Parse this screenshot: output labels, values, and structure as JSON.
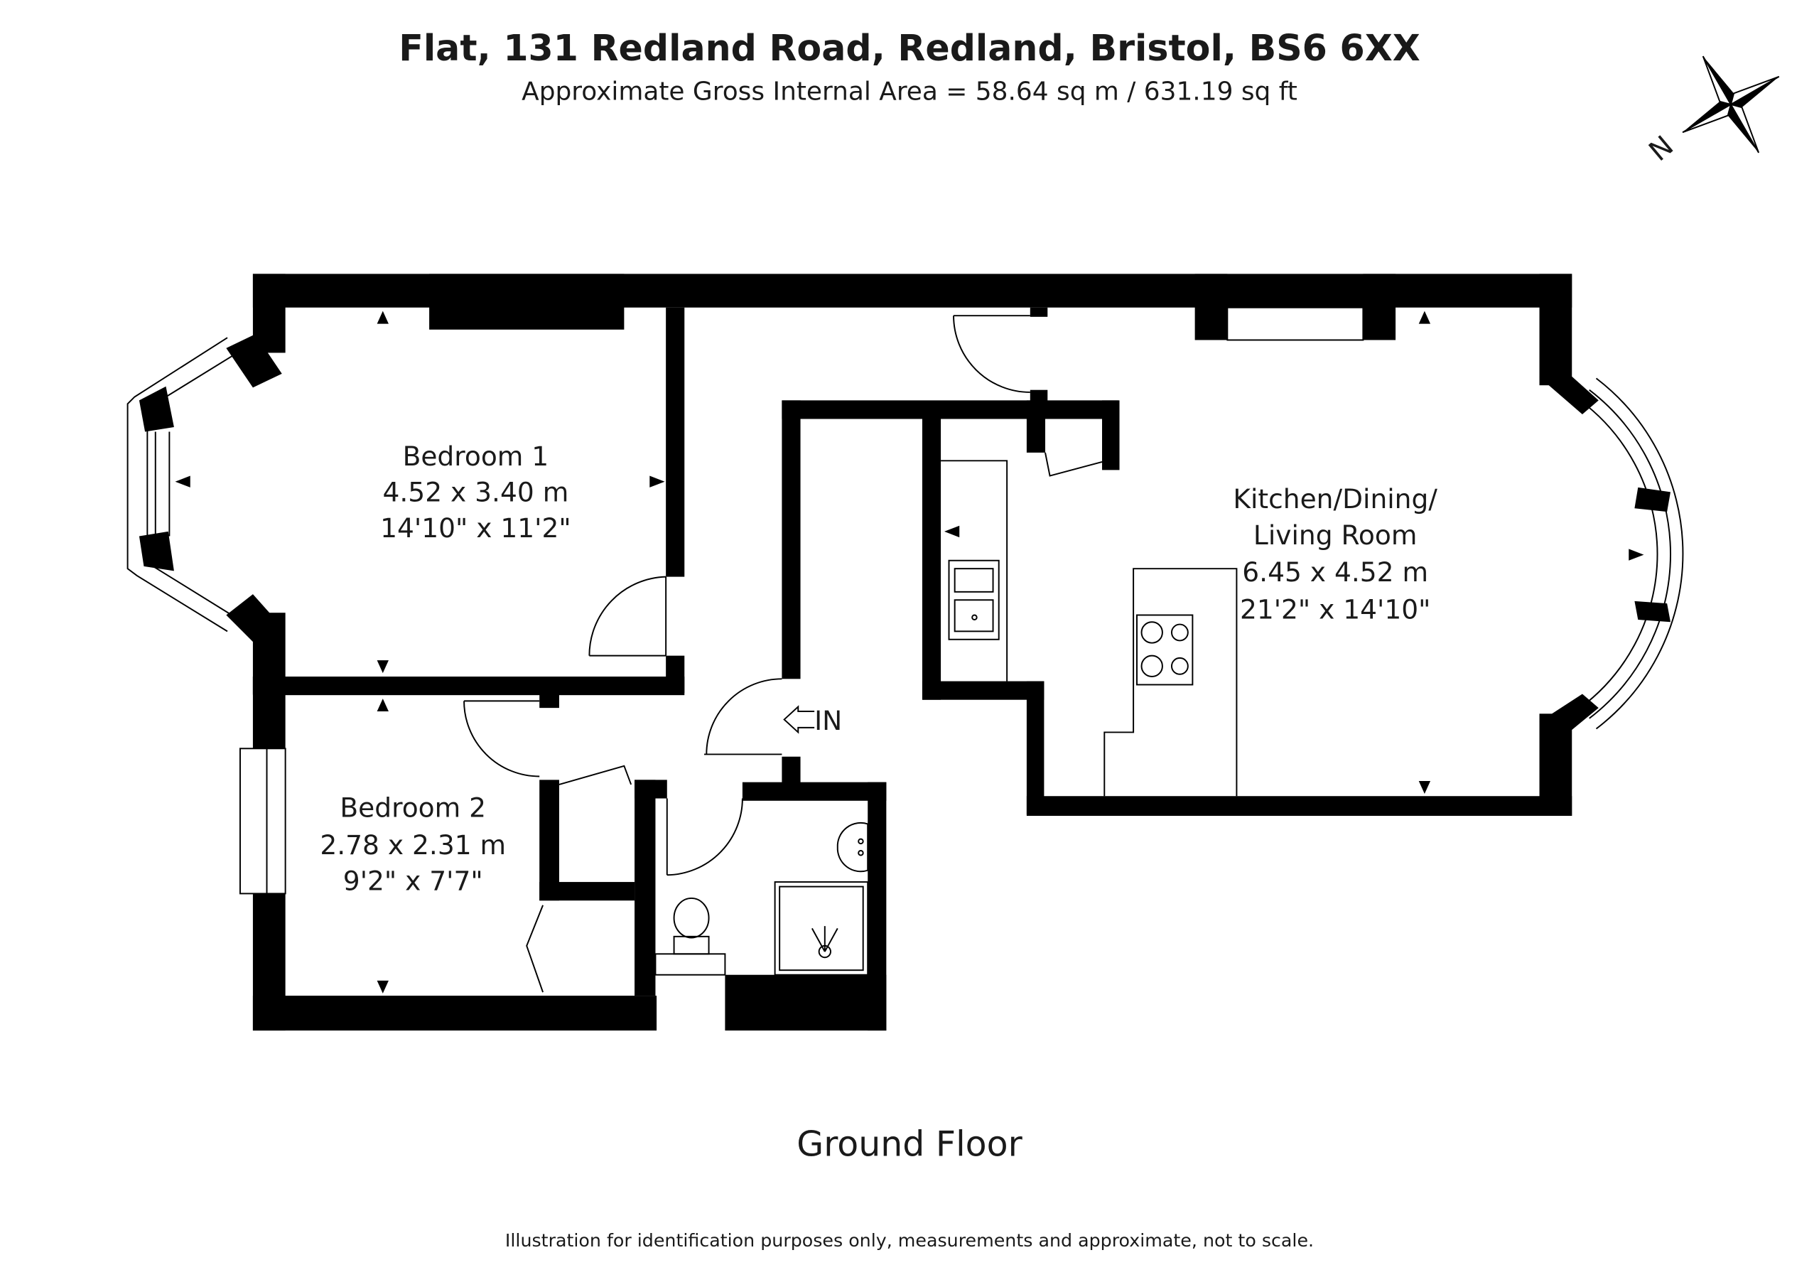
{
  "header": {
    "title": "Flat, 131 Redland Road, Redland, Bristol, BS6 6XX",
    "area": "Approximate Gross Internal Area = 58.64 sq m / 631.19 sq ft"
  },
  "compass": {
    "label": "N",
    "icon": "north-compass-star-icon"
  },
  "rooms": {
    "bedroom1": {
      "name": "Bedroom 1",
      "metric": "4.52 x 3.40 m",
      "imperial": "14'10\" x 11'2\""
    },
    "bedroom2": {
      "name": "Bedroom 2",
      "metric": "2.78 x 2.31 m",
      "imperial": "9'2\" x 7'7\""
    },
    "kitchen": {
      "name_line1": "Kitchen/Dining/",
      "name_line2": "Living Room",
      "metric": "6.45 x 4.52 m",
      "imperial": "21'2\" x 14'10\""
    }
  },
  "entrance": {
    "label": "IN",
    "icon": "entrance-arrow-icon"
  },
  "floor_label": "Ground Floor",
  "disclaimer": "Illustration for identification purposes only, measurements and approximate, not to scale.",
  "colors": {
    "wall": "#000000",
    "background": "#ffffff",
    "text": "#1a1a1a"
  }
}
